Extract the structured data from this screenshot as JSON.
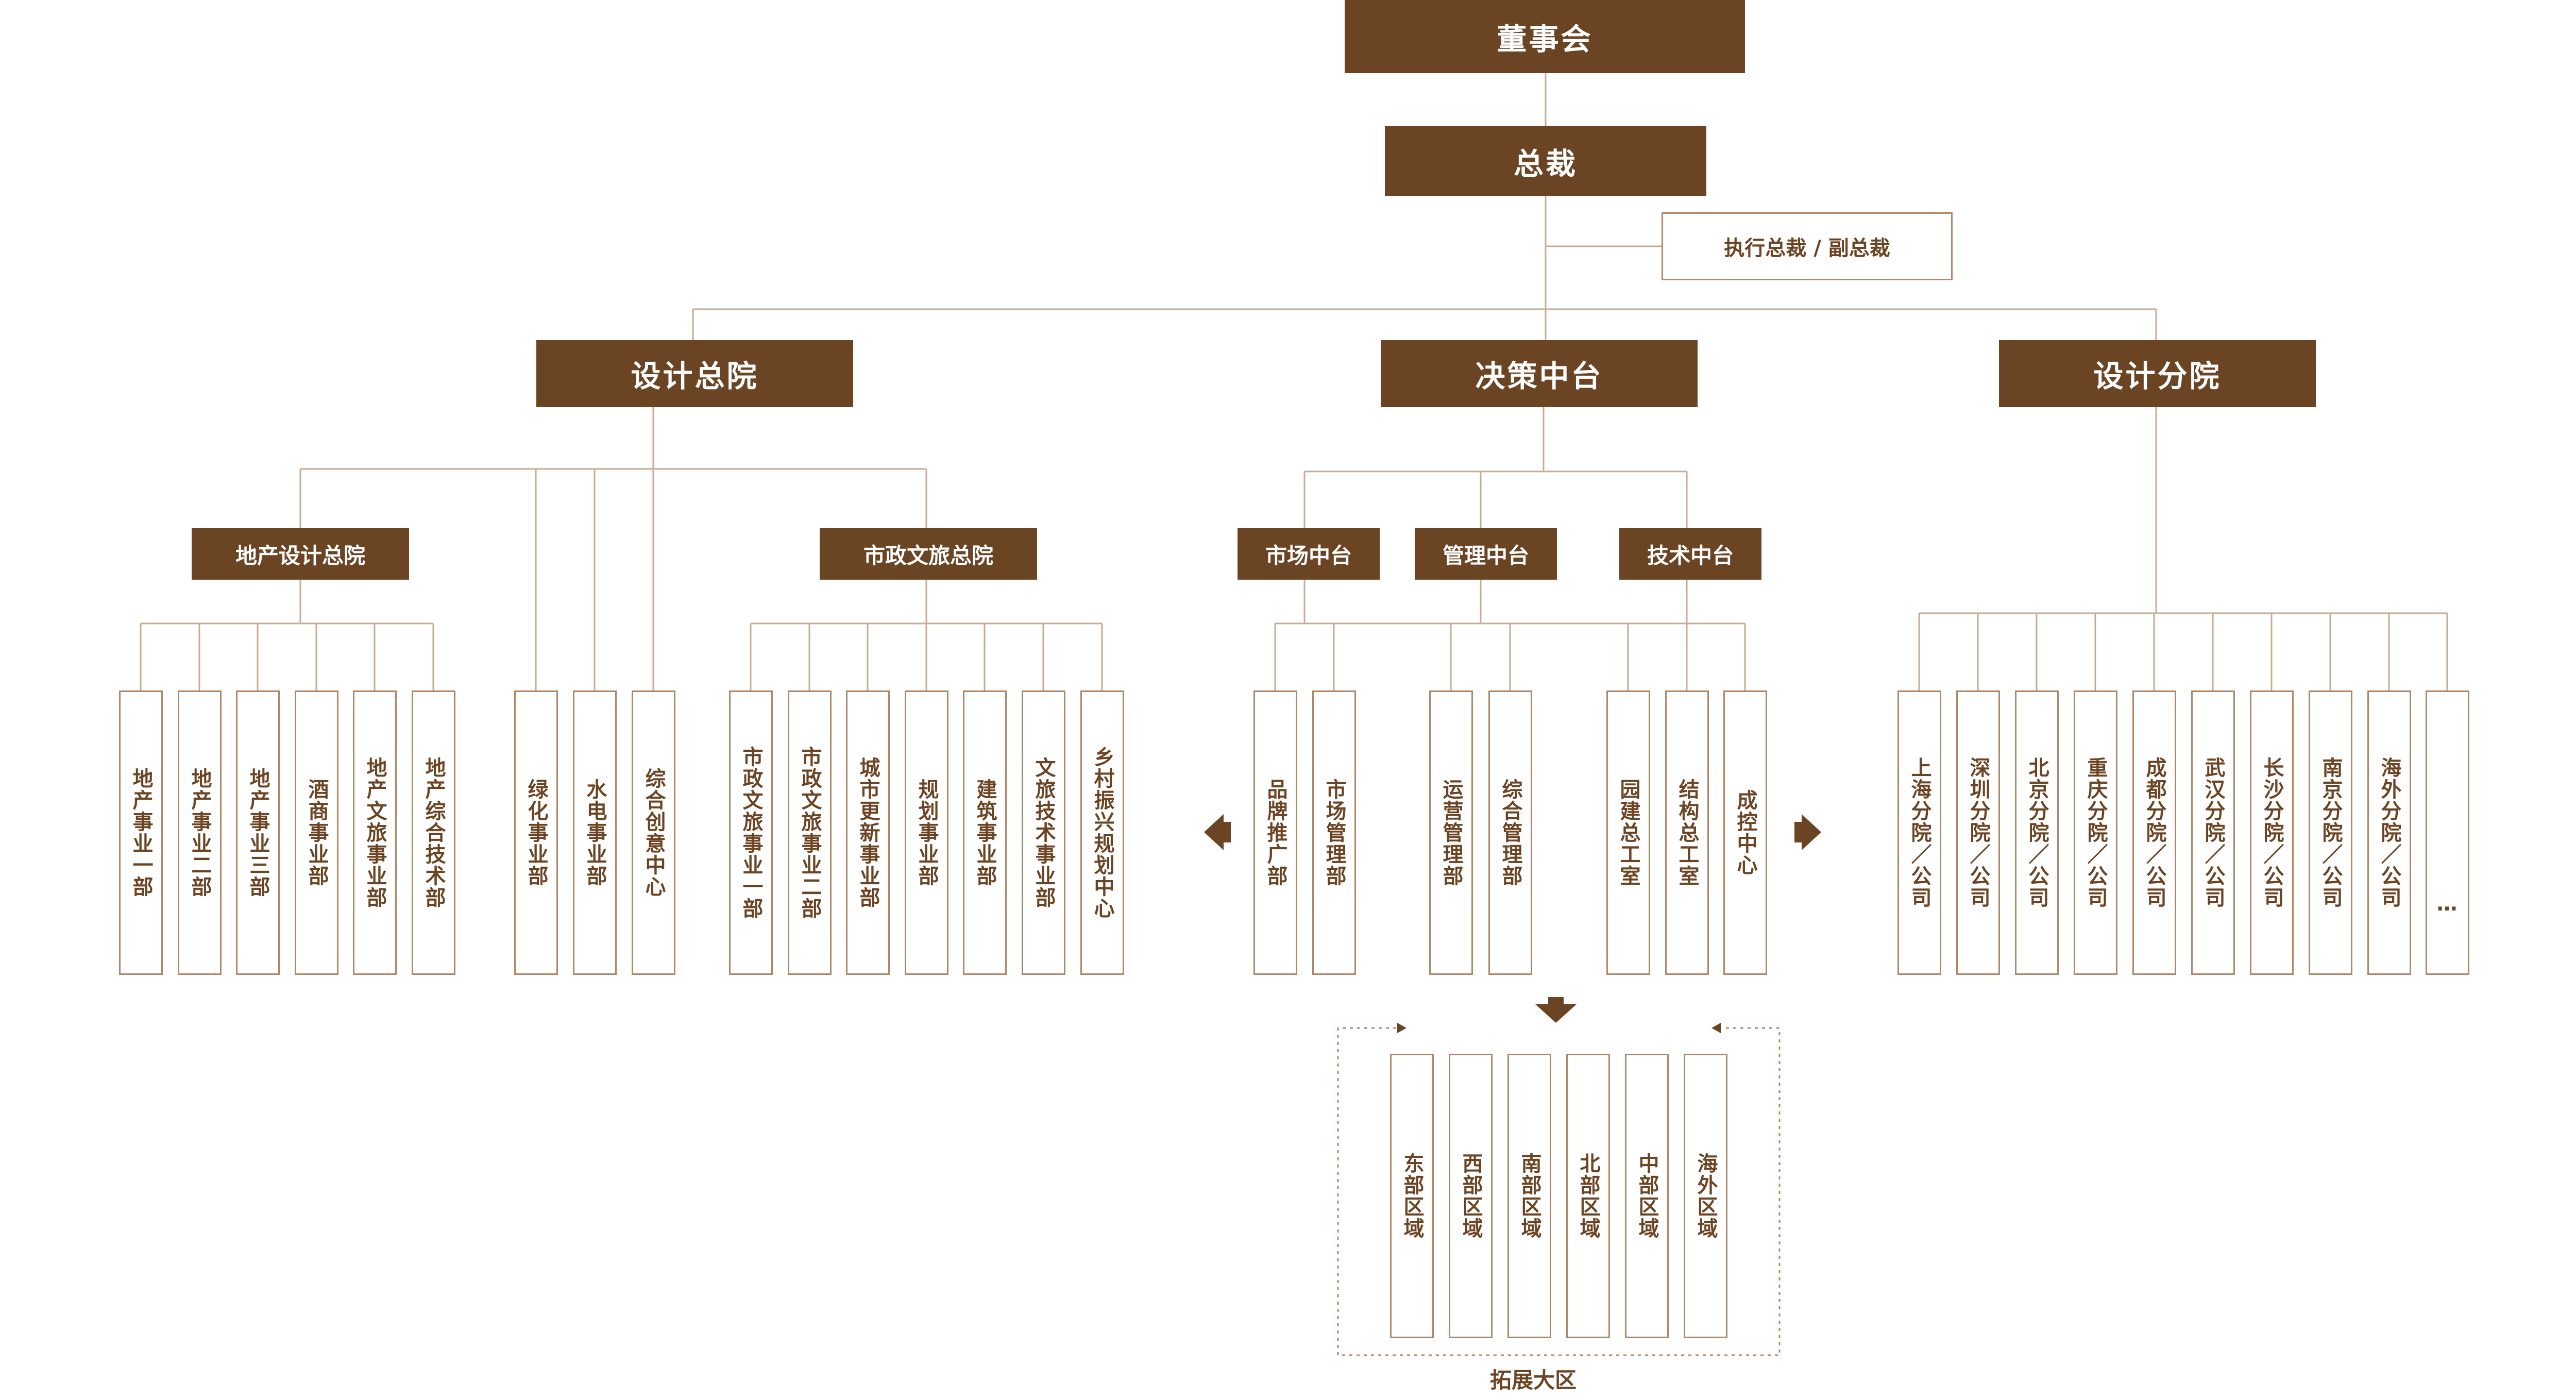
{
  "board": "董事会",
  "president": "总裁",
  "exec_vp": "执行总裁 / 副总裁",
  "design_hq": {
    "label": "设计总院",
    "realty": {
      "label": "地产设计总院",
      "items": [
        "地产事业一部",
        "地产事业二部",
        "地产事业三部",
        "酒商事业部",
        "地产文旅事业部",
        "地产综合技术部"
      ]
    },
    "direct": [
      "绿化事业部",
      "水电事业部",
      "综合创意中心"
    ],
    "municipal": {
      "label": "市政文旅总院",
      "items": [
        "市政文旅事业一部",
        "市政文旅事业二部",
        "城市更新事业部",
        "规划事业部",
        "建筑事业部",
        "文旅技术事业部",
        "乡村振兴规划中心"
      ]
    }
  },
  "decision": {
    "label": "决策中台",
    "market": {
      "label": "市场中台",
      "items": [
        "品牌推广部",
        "市场管理部"
      ]
    },
    "management": {
      "label": "管理中台",
      "items": [
        "运营管理部",
        "综合管理部"
      ]
    },
    "tech": {
      "label": "技术中台",
      "items": [
        "园建总工室",
        "结构总工室",
        "成控中心"
      ]
    }
  },
  "branch": {
    "label": "设计分院",
    "items": [
      "上海分院／公司",
      "深圳分院／公司",
      "北京分院／公司",
      "重庆分院／公司",
      "成都分院／公司",
      "武汉分院／公司",
      "长沙分院／公司",
      "南京分院／公司",
      "海外分院／公司",
      "…"
    ]
  },
  "regions": {
    "label": "拓展大区",
    "items": [
      "东部区域",
      "西部区域",
      "南部区域",
      "北部区域",
      "中部区域",
      "海外区域"
    ]
  },
  "colors": {
    "primary": "#6b4423",
    "line": "#b08868"
  }
}
